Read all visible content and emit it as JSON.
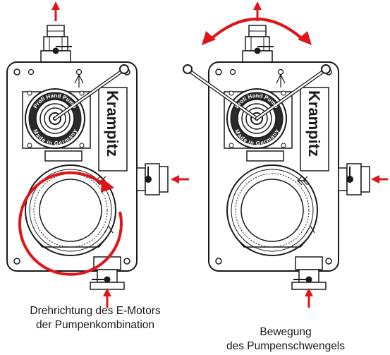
{
  "left_figure": {
    "brand": "Krampitz",
    "ring_text_top": "Profi Hand Pump",
    "ring_text_bottom": "Made in Germany",
    "caption_line1": "Drehrichtung des E-Motors",
    "caption_line2": "der Pumpenkombination"
  },
  "right_figure": {
    "brand": "Krampitz",
    "ring_text_top": "Profi Hand Pump",
    "ring_text_bottom": "Made in Germany",
    "caption_line1": "Bewegung",
    "caption_line2": "des Pumpenschwengels"
  },
  "colors": {
    "arrow_red": "#e0141a",
    "outline": "#1a1a1a",
    "body": "#ffffff",
    "ring_dark": "#333333"
  }
}
